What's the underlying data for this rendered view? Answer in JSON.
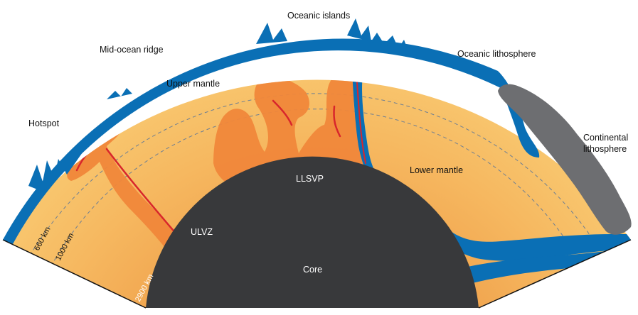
{
  "labels": {
    "oceanic_islands": "Oceanic islands",
    "mid_ocean_ridge": "Mid-ocean ridge",
    "oceanic_lithosphere": "Oceanic lithosphere",
    "upper_mantle": "Upper mantle",
    "hotspot": "Hotspot",
    "continental_lithosphere_1": "Continental",
    "continental_lithosphere_2": "lithosphere",
    "lower_mantle": "Lower mantle",
    "llsvp": "LLSVP",
    "ulvz": "ULVZ",
    "core": "Core"
  },
  "depths": {
    "d660": "660 km",
    "d1000": "1000 km",
    "d2900": "2900 km"
  },
  "colors": {
    "mantle_outer": "#f8c66c",
    "mantle_inner": "#f0a24a",
    "plume": "#f0873a",
    "plume_core": "#f47a1e",
    "streak": "#d8262c",
    "ocean_lithosphere": "#0a6fb5",
    "continental_lithosphere": "#6d6e71",
    "core": "#38393b",
    "dash": "#6e7f93"
  }
}
